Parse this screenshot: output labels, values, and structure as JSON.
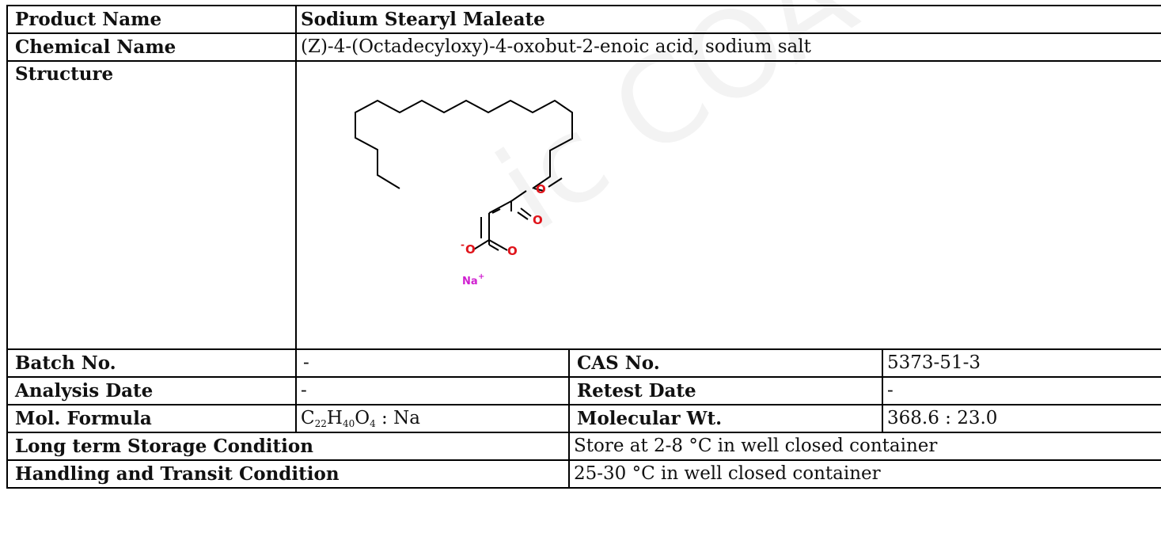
{
  "watermark": "ic COA",
  "rows": {
    "product_name": {
      "label": "Product Name",
      "value": "Sodium Stearyl Maleate"
    },
    "chemical_name": {
      "label": "Chemical Name",
      "value": "(Z)-4-(Octadecyloxy)-4-oxobut-2-enoic acid, sodium salt"
    },
    "structure": {
      "label": "Structure",
      "atoms": {
        "o_ester": "O",
        "o_carbonyl1": "O",
        "o_anion": "O",
        "o_anion_charge": "-",
        "o_carbonyl2": "O",
        "na": "Na",
        "na_charge": "+"
      }
    },
    "batch": {
      "label": "Batch No.",
      "value": "-",
      "label2": "CAS No.",
      "value2": "5373-51-3"
    },
    "analysis": {
      "label": "Analysis Date",
      "value": "-",
      "label2": "Retest Date",
      "value2": "-"
    },
    "formula": {
      "label": "Mol. Formula",
      "formula_parts": {
        "c": "C",
        "c_sub": "22",
        "h": "H",
        "h_sub": "40",
        "o": "O",
        "o_sub": "4",
        "rest": " : Na"
      },
      "label2": "Molecular Wt.",
      "value2": "368.6 : 23.0"
    },
    "storage": {
      "label": "Long term Storage Condition",
      "value": "Store at 2-8 °C in well closed container"
    },
    "handling": {
      "label": "Handling and Transit Condition",
      "value": "25-30 °C in well closed container"
    }
  },
  "colors": {
    "oxygen": "#e0141b",
    "sodium": "#d01fd0",
    "bond": "#000000"
  }
}
